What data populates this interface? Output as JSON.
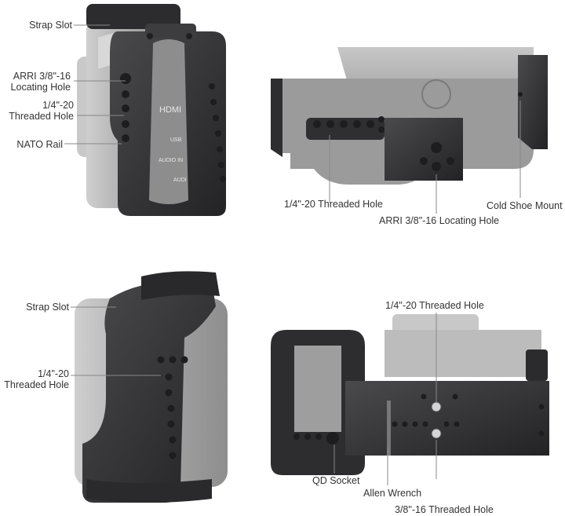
{
  "colors": {
    "body_gray": "#9a9a9a",
    "body_light": "#bdbdbd",
    "cage_dark": "#2f2f31",
    "cage_mid": "#3c3c3f",
    "hole": "#1a1a1a",
    "leader": "#888888",
    "text": "#333333",
    "port_text": "#e6e6e6"
  },
  "panels": {
    "side_left": {
      "labels": {
        "strap_slot": "Strap Slot",
        "arri_locating": "ARRI 3/8\"-16\nLocating Hole",
        "threaded": "1/4\"-20\nThreaded Hole",
        "nato_rail": "NATO Rail"
      },
      "ports": {
        "hdmi": "HDMI",
        "usb": "USB",
        "audio_in": "AUDIO IN",
        "audi": "AUDI"
      }
    },
    "top": {
      "labels": {
        "threaded": "1/4\"-20 Threaded Hole",
        "arri_locating": "ARRI 3/8\"-16 Locating Hole",
        "cold_shoe": "Cold Shoe Mount"
      }
    },
    "grip_side": {
      "labels": {
        "strap_slot": "Strap Slot",
        "threaded": "1/4\"-20\nThreaded Hole"
      }
    },
    "bottom": {
      "labels": {
        "threaded_top": "1/4\"-20 Threaded Hole",
        "qd_socket": "QD Socket",
        "allen_wrench": "Allen Wrench",
        "threaded_38": "3/8\"-16 Threaded Hole"
      }
    }
  }
}
